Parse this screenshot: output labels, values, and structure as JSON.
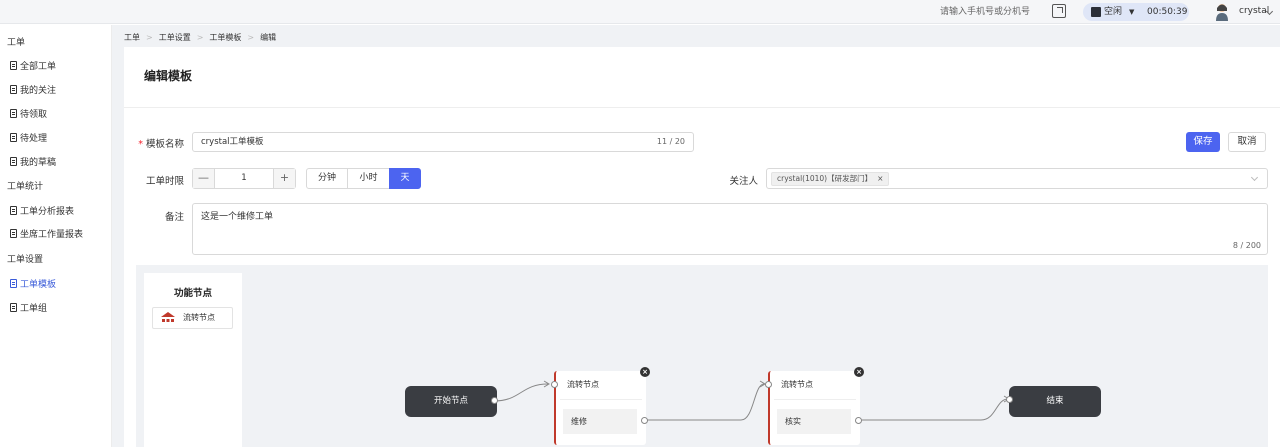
{
  "topbar": {
    "phone_placeholder": "请输入手机号或分机号",
    "status_label": "空闲",
    "status_caret": "▼",
    "timer": "00:50:39",
    "user_name": "crystal"
  },
  "sidebar": {
    "groups": [
      {
        "label": "工单",
        "items": [
          "全部工单",
          "我的关注",
          "待领取",
          "待处理",
          "我的草稿"
        ]
      },
      {
        "label": "工单统计",
        "items": [
          "工单分析报表",
          "坐席工作量报表"
        ]
      },
      {
        "label": "工单设置",
        "items": [
          "工单模板",
          "工单组"
        ]
      }
    ],
    "active_item": "工单模板"
  },
  "breadcrumb": [
    "工单",
    "工单设置",
    "工单模板",
    "编辑"
  ],
  "page_title": "编辑模板",
  "form": {
    "name_label": "模板名称",
    "required_mark": "*",
    "name_value": "crystal工单模板",
    "name_count": "11 / 20",
    "save_label": "保存",
    "cancel_label": "取消",
    "time_label": "工单时限",
    "time_value": "1",
    "minus": "—",
    "plus": "+",
    "units": [
      "分钟",
      "小时",
      "天"
    ],
    "active_unit": "天",
    "watcher_label": "关注人",
    "watcher_tag": "crystal(1010)【研发部门】",
    "tag_close": "×",
    "remark_label": "备注",
    "remark_value": "这是一个维修工单",
    "remark_count": "8 / 200"
  },
  "flow": {
    "palette_title": "功能节点",
    "palette_item": "流转节点",
    "start_node": "开始节点",
    "nodes": [
      {
        "title": "流转节点",
        "cell": "维修"
      },
      {
        "title": "流转节点",
        "cell": "核实"
      }
    ],
    "end_node": "结束"
  },
  "colors": {
    "primary": "#4c64f0",
    "active_nav": "#3a5bd9",
    "node_dark": "#3a3d42",
    "node_accent": "#c0392b"
  }
}
